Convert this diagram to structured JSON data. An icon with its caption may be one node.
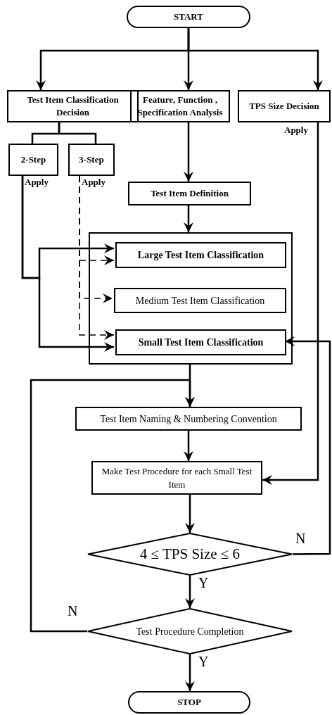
{
  "diagram": {
    "nodes": [
      {
        "text": [
          "START"
        ]
      },
      {
        "text": [
          "Test Item Classification Decision"
        ]
      },
      {
        "text": [
          "Feature, Function , Specification Analysis"
        ]
      },
      {
        "text": [
          "TPS Size Decision"
        ],
        "beside": [
          "Apply"
        ]
      },
      {
        "text": [
          "2-Step"
        ],
        "beside": [
          "Apply"
        ]
      },
      {
        "text": [
          "3-Step"
        ],
        "beside": [
          "Apply"
        ]
      },
      {
        "text": [
          "Test Item Definition"
        ]
      },
      {
        "text": [],
        "shape": "box"
      },
      {
        "text": [
          "Large Test Item Classification"
        ],
        "in": 7
      },
      {
        "text": [
          "Medium Test Item Classification"
        ],
        "in": 7
      },
      {
        "text": [
          "Small Test Item Classification"
        ],
        "in": 7
      },
      {
        "text": [
          "Test Item Naming & Numbering Convention"
        ]
      },
      {
        "text": [
          "Make Test Procedure for each Small Test Item"
        ]
      },
      {
        "text": [
          "4 ≤ TPS Size ≤ 6"
        ]
      },
      {
        "text": [
          "Test Procedure Completion"
        ]
      },
      {
        "text": [
          "STOP"
        ]
      }
    ],
    "edges": [
      {
        "from": 0,
        "to": 1,
        "arrow": "to"
      },
      {
        "from": 0,
        "to": 2,
        "arrow": "to"
      },
      {
        "from": 0,
        "to": 3,
        "arrow": "to"
      },
      {
        "from": 1,
        "to": 4,
        "arrow": "none"
      },
      {
        "from": 1,
        "to": 5,
        "arrow": "none"
      },
      {
        "from": 4,
        "to": 8,
        "arrow": "to"
      },
      {
        "from": 4,
        "to": 10,
        "arrow": "to"
      },
      {
        "from": 5,
        "to": 8,
        "arrow": "to",
        "style": "dashed"
      },
      {
        "from": 5,
        "to": 9,
        "arrow": "to",
        "style": "dashed"
      },
      {
        "from": 5,
        "to": 10,
        "arrow": "to",
        "style": "dashed"
      },
      {
        "from": 2,
        "to": 6,
        "arrow": "to"
      },
      {
        "from": 6,
        "to": 7,
        "arrow": "to"
      },
      {
        "from": 7,
        "to": 11,
        "arrow": "to"
      },
      {
        "from": 3,
        "to": 12,
        "arrow": "to"
      },
      {
        "from": 11,
        "to": 12,
        "arrow": "to"
      },
      {
        "from": 12,
        "to": 13,
        "arrow": "to"
      },
      {
        "from": 13,
        "to": 14,
        "arrow": "to",
        "label": "Y"
      },
      {
        "from": 13,
        "to": 10,
        "arrow": "to",
        "label": "N"
      },
      {
        "from": 14,
        "to": 11,
        "arrow": "to",
        "label": "N"
      },
      {
        "from": 14,
        "to": 15,
        "arrow": "to",
        "label": "Y"
      }
    ]
  }
}
